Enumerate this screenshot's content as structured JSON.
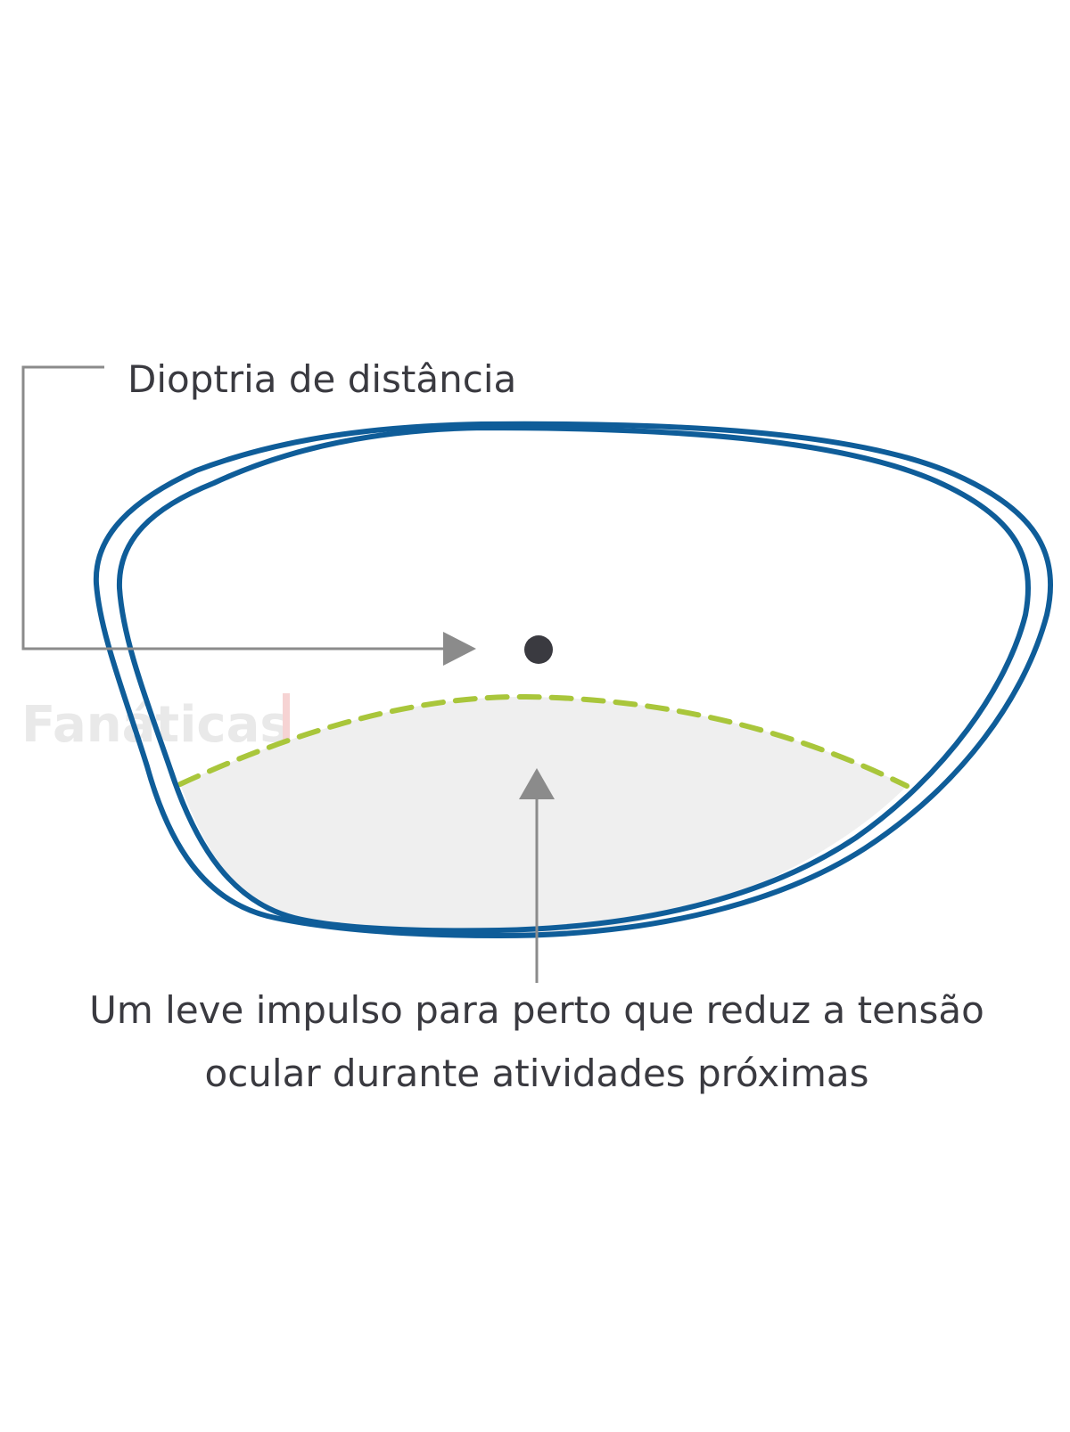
{
  "labels": {
    "distance": "Dioptria de distância",
    "near_line1": "Um leve impulso para perto que reduz a tensão",
    "near_line2": "ocular durante atividades próximas"
  },
  "watermark": {
    "text": "Fanáticas",
    "accent_color": "#f6d3d3",
    "color": "#e9e9e9"
  },
  "colors": {
    "lens_outline": "#0f5d99",
    "near_zone_fill": "#efefef",
    "near_zone_border": "#a9c63b",
    "leader_line": "#8b8b8b",
    "arrow": "#8b8b8b",
    "distance_point": "#3a3a40",
    "text": "#3a3a40"
  }
}
